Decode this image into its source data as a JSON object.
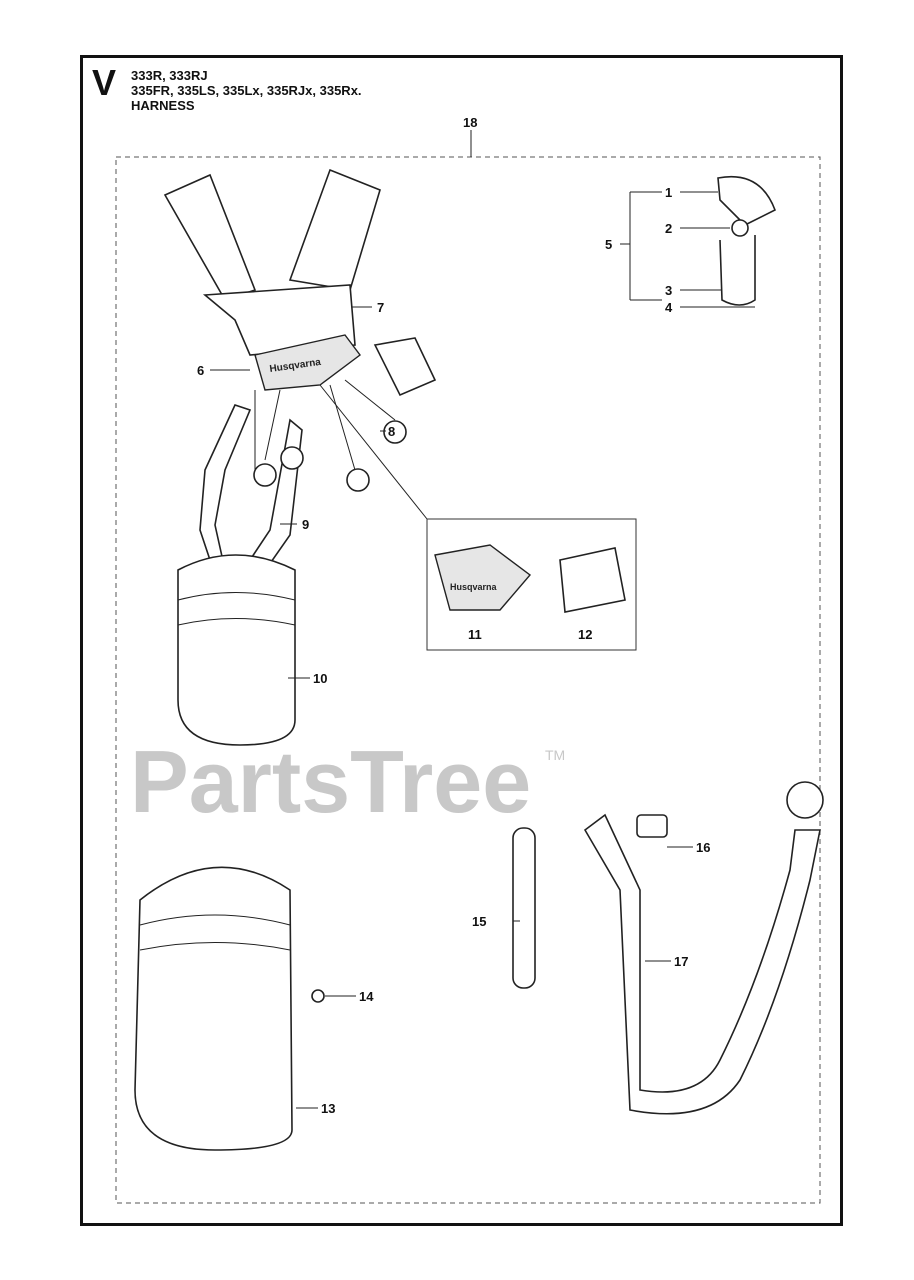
{
  "header": {
    "section_letter": "V",
    "models_line1": "333R, 333RJ",
    "models_line2": "335FR, 335LS, 335Lx, 335RJx, 335Rx.",
    "title": "HARNESS"
  },
  "callouts": [
    "1",
    "2",
    "3",
    "4",
    "5",
    "6",
    "7",
    "8",
    "9",
    "10",
    "11",
    "12",
    "13",
    "14",
    "15",
    "16",
    "17",
    "18"
  ],
  "brand_labels": {
    "harness": "Husqvarna",
    "inset": "Husqvarna"
  },
  "watermark": {
    "text": "PartsTree",
    "tm": "TM"
  }
}
